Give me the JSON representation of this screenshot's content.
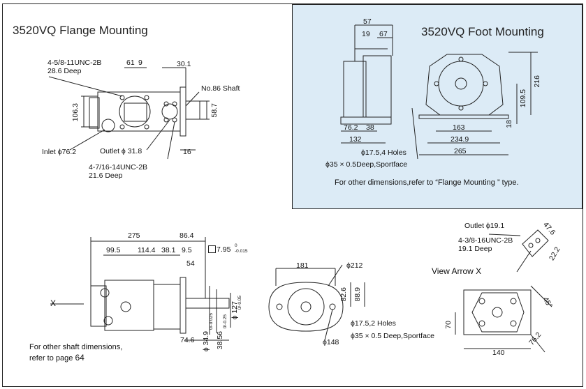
{
  "flange": {
    "title": "3520VQ Flange Mounting",
    "thread_a": "4-5/8-11UNC-2B",
    "thread_a_depth": "28.6 Deep",
    "dim_61": "61",
    "dim_9": "9",
    "dim_30_1": "30.1",
    "shaft": "No.86 Shaft",
    "dim_106_3": "106.3",
    "dim_58_7": "58.7",
    "inlet": "Inlet ϕ76.2",
    "outlet": "Outlet ϕ 31.8",
    "dim_16": "16",
    "thread_b": "4-7/16-14UNC-2B",
    "thread_b_depth": "21.6 Deep"
  },
  "foot": {
    "title": "3520VQ Foot Mounting",
    "dim_57": "57",
    "dim_19": "19",
    "dim_67": "67",
    "dim_76_2": "76.2",
    "dim_38": "38",
    "dim_132": "132",
    "dim_163": "163",
    "dim_234_9": "234.9",
    "dim_265": "265",
    "dim_216": "216",
    "dim_109_5": "109.5",
    "dim_18": "18",
    "holes": "ϕ17.5,4 Holes",
    "face": "ϕ35 × 0.5Deep,Sportface",
    "note": "For other  dimensions,refer to “Flange Mounting ” type."
  },
  "side": {
    "dim_275": "275",
    "dim_86_4": "86.4",
    "dim_99_5": "99.5",
    "dim_114_4": "114.4",
    "dim_38_1": "38.1",
    "dim_9_5": "9.5",
    "dim_7_95": "7.95",
    "dim_7_95_tol_top": "0",
    "dim_7_95_tol_bot": "-0.015",
    "dim_54": "54",
    "x_label": "X",
    "dim_74_6": "74.6",
    "dim_34_9": "ϕ 34.9",
    "dim_34_9_tol": "0/-0.025",
    "dim_38_56": "38.56",
    "dim_38_56_tol": "0/-0.25",
    "dim_127": "ϕ 127",
    "dim_127_tol": "0/-0.05",
    "note_line1": "For other shaft dimensions,",
    "note_line2": "refer to page",
    "note_page": "64"
  },
  "front": {
    "dim_181": "181",
    "dim_212": "ϕ212",
    "dim_82_6": "82.6",
    "dim_88_9": "88.9",
    "holes": "ϕ17.5,2 Holes",
    "face": "ϕ35 × 0.5 Deep,Sportface",
    "dim_148": "ϕ148"
  },
  "arrow_x": {
    "outlet": "Outlet ϕ19.1",
    "thread": "4-3/8-16UNC-2B",
    "thread_depth": "19.1 Deep",
    "view_label": "View Arrow X",
    "dim_47_6": "47.6",
    "dim_22_2": "22.2",
    "dim_45": "45°",
    "dim_70": "70",
    "dim_76_2": "76.2",
    "dim_140": "140"
  }
}
